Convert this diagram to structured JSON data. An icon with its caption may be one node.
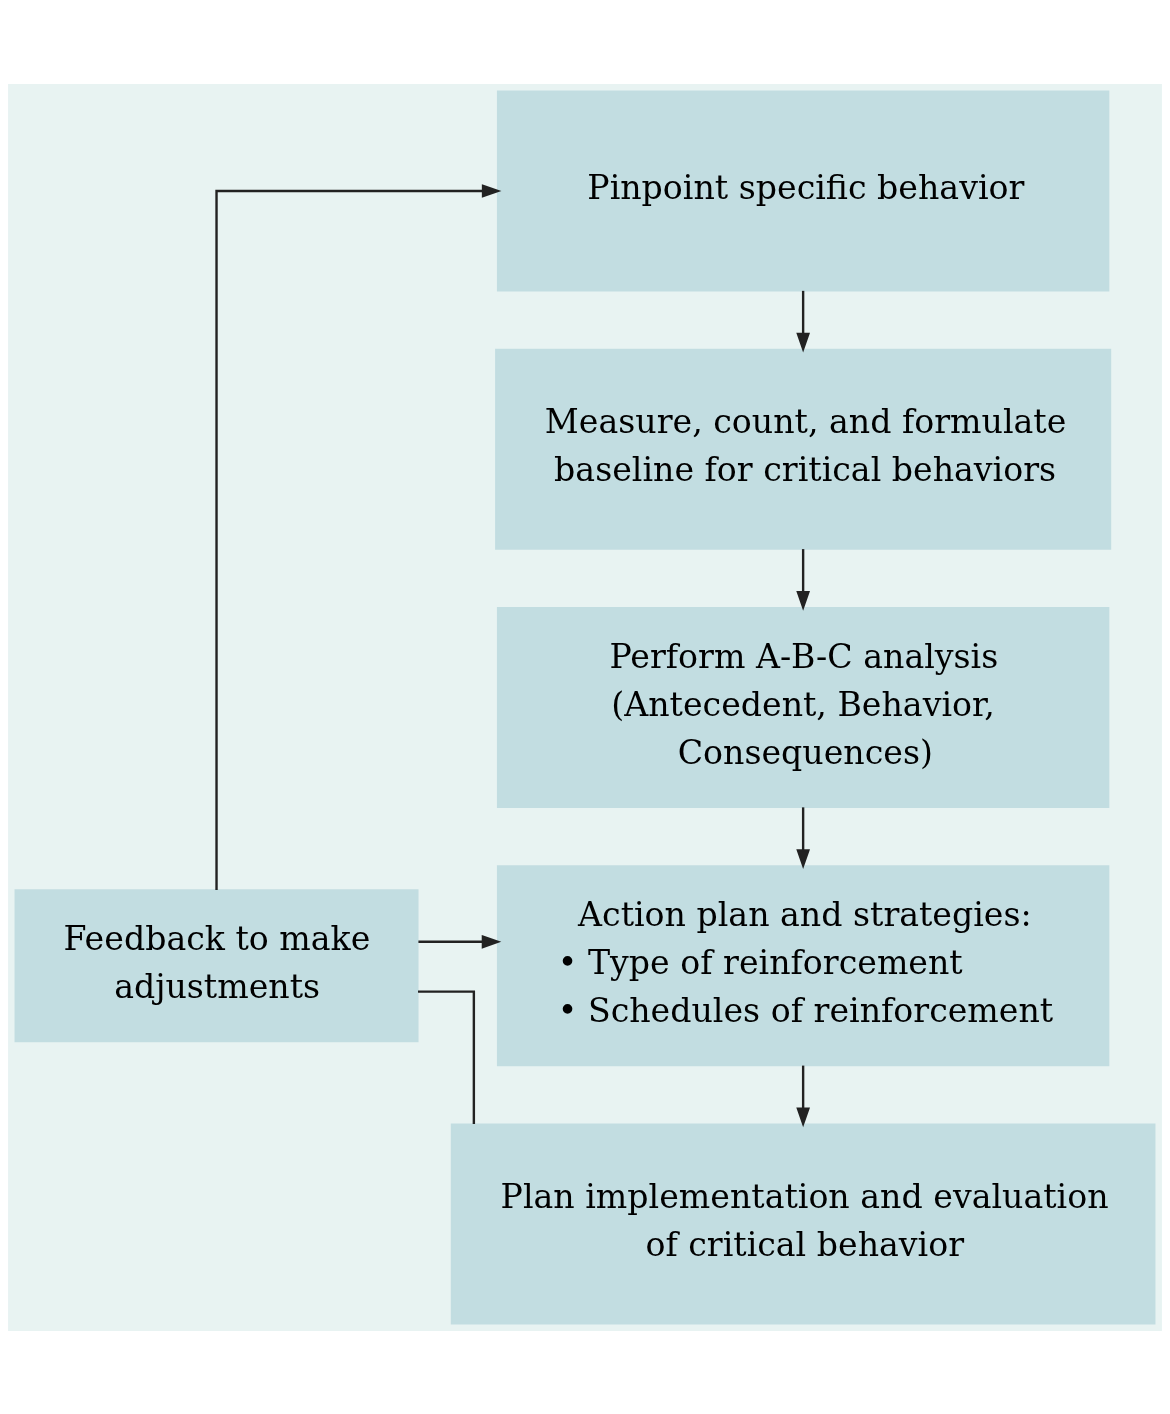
{
  "diagram": {
    "nodes": [
      {
        "text": [
          "Pinpoint specific behavior"
        ]
      },
      {
        "text": [
          "Measure, count, and formulate baseline for critical behaviors"
        ]
      },
      {
        "text": [
          "Perform A-B-C analysis (Antecedent, Behavior, Consequences)"
        ]
      },
      {
        "text": [
          "Action plan and strategies:",
          "• Type of reinforcement",
          "• Schedules of reinforcement"
        ]
      },
      {
        "text": [
          "Feedback to make adjustments"
        ]
      },
      {
        "text": [
          "Plan implementation and evaluation of critical behavior"
        ]
      }
    ],
    "edges": [
      {
        "from": 0,
        "to": 1,
        "arrow": "to"
      },
      {
        "from": 1,
        "to": 2,
        "arrow": "to"
      },
      {
        "from": 2,
        "to": 3,
        "arrow": "to"
      },
      {
        "from": 3,
        "to": 5,
        "arrow": "to"
      },
      {
        "from": 5,
        "to": 4,
        "arrow": "none"
      },
      {
        "from": 4,
        "to": 0,
        "arrow": "to"
      },
      {
        "from": 4,
        "to": 3,
        "arrow": "to"
      }
    ]
  }
}
